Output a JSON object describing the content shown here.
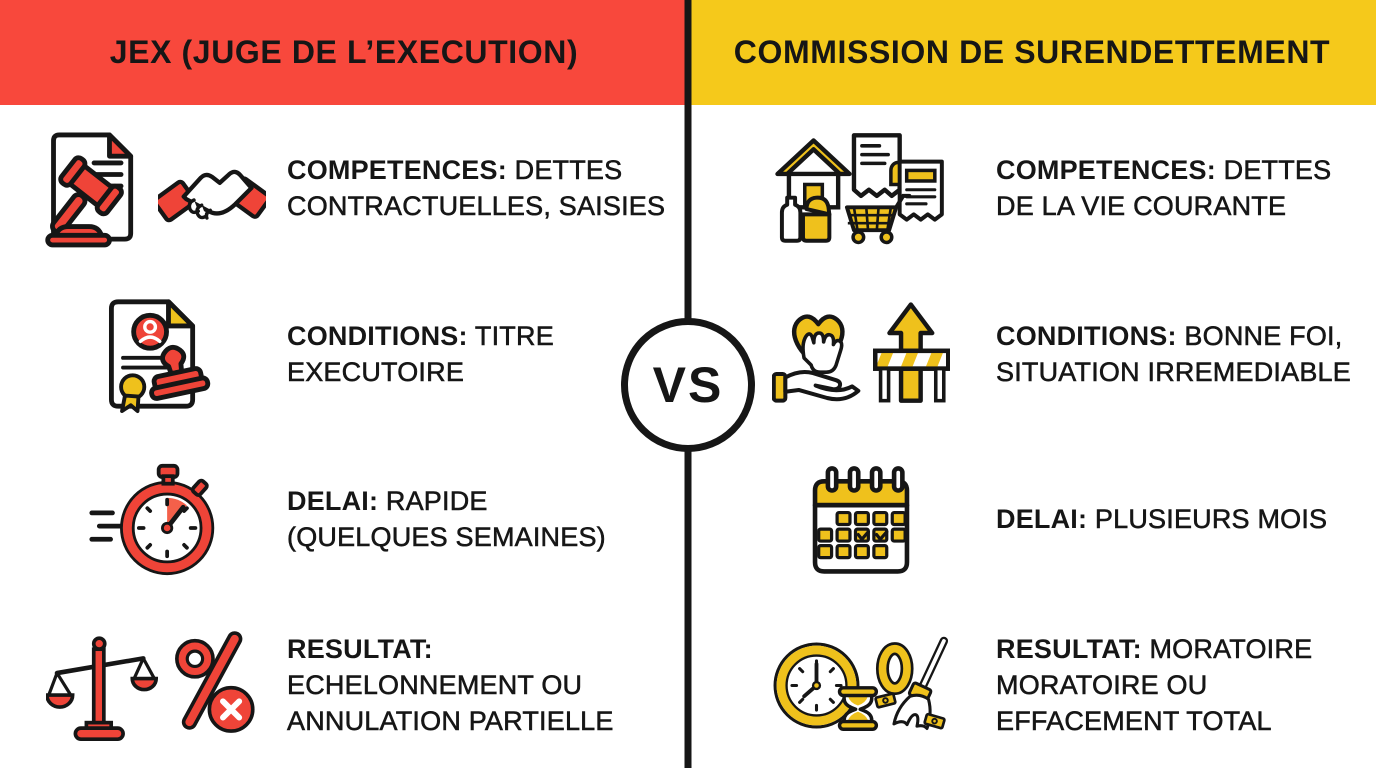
{
  "colors": {
    "header_red": "#F8483C",
    "header_yellow": "#F5C91B",
    "icon_red": "#EF4438",
    "icon_yellow": "#EFC11C",
    "ink": "#161616",
    "paper": "#FFFFFF"
  },
  "header_left": {
    "title": "JEX (JUGE DE L’EXECUTION)"
  },
  "header_right": {
    "title": "COMMISSION DE SURENDETTEMENT"
  },
  "vs_label": "VS",
  "left": {
    "rows": [
      {
        "name": "competences",
        "icons": [
          "gavel-document-icon",
          "handshake-icon"
        ],
        "lines": [
          {
            "b": "COMPETENCES:",
            "t": " DETTES"
          },
          {
            "t": "CONTRACTUELLES, SAISIES"
          }
        ]
      },
      {
        "name": "conditions",
        "icons": [
          "certificate-stamp-icon"
        ],
        "lines": [
          {
            "b": "CONDITIONS:",
            "t": " TITRE"
          },
          {
            "t": "EXECUTOIRE"
          }
        ]
      },
      {
        "name": "delai",
        "icons": [
          "stopwatch-icon"
        ],
        "lines": [
          {
            "b": "DELAI:",
            "t": " RAPIDE"
          },
          {
            "t": "(QUELQUES SEMAINES)"
          }
        ]
      },
      {
        "name": "resultat",
        "icons": [
          "scales-icon",
          "percent-cancel-icon"
        ],
        "lines": [
          {
            "b": "RESULTAT:"
          },
          {
            "t": "ECHELONNEMENT OU"
          },
          {
            "t": "ANNULATION PARTIELLE"
          }
        ]
      }
    ]
  },
  "right": {
    "rows": [
      {
        "name": "competences",
        "icons": [
          "house-icon",
          "receipt-icon",
          "invoice-icon",
          "groceries-icon",
          "shopping-cart-icon"
        ],
        "lines": [
          {
            "b": "COMPETENCES:",
            "t": " DETTES"
          },
          {
            "t": "DE LA VIE COURANTE"
          }
        ]
      },
      {
        "name": "conditions",
        "icons": [
          "hand-heart-icon",
          "barrier-arrow-icon"
        ],
        "lines": [
          {
            "b": "CONDITIONS:",
            "t": " BONNE FOI,"
          },
          {
            "t": "SITUATION IRREMEDIABLE"
          }
        ]
      },
      {
        "name": "delai",
        "icons": [
          "calendar-icon"
        ],
        "lines": [
          {
            "b": "DELAI:",
            "t": " PLUSIEURS MOIS"
          }
        ]
      },
      {
        "name": "resultat",
        "icons": [
          "clock-icon",
          "hourglass-icon",
          "zero-icon",
          "broom-icon",
          "money-bill-icon"
        ],
        "lines": [
          {
            "b": "RESULTAT:",
            "t": " MORATOIRE"
          },
          {
            "t": "MORATOIRE OU"
          },
          {
            "t": "EFFACEMENT TOTAL"
          }
        ]
      }
    ]
  }
}
